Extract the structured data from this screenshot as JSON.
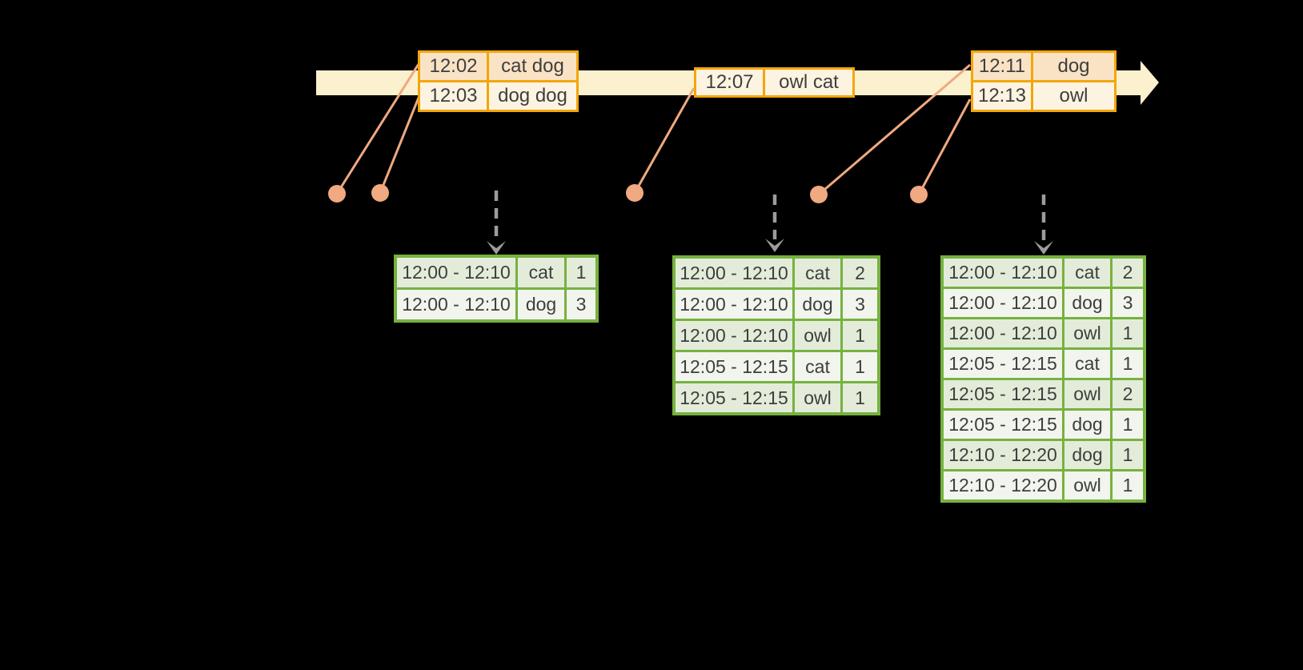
{
  "colors": {
    "background": "#000000",
    "timeline-band": "#FBF1CE",
    "event-border": "#F2A60A",
    "event-row-dark": "#FAE3C5",
    "event-row-light": "#FDF3E1",
    "event-dot": "#F0A980",
    "result-border": "#77B140",
    "result-row-dark": "#E3ECD9",
    "result-row-light": "#F1F5ED",
    "trigger-arrow": "#9C9C9C",
    "text": "#3E3E3E"
  },
  "event_tables": [
    {
      "name": "event-table-1",
      "rows": [
        {
          "time": "12:02",
          "words": "cat dog"
        },
        {
          "time": "12:03",
          "words": "dog dog"
        }
      ]
    },
    {
      "name": "event-table-2",
      "rows": [
        {
          "time": "12:07",
          "words": "owl cat"
        }
      ]
    },
    {
      "name": "event-table-3",
      "rows": [
        {
          "time": "12:11",
          "words": "dog"
        },
        {
          "time": "12:13",
          "words": "owl"
        }
      ]
    }
  ],
  "result_tables": [
    {
      "name": "result-table-1",
      "rows": [
        {
          "window": "12:00 - 12:10",
          "word": "cat",
          "count": "1"
        },
        {
          "window": "12:00 - 12:10",
          "word": "dog",
          "count": "3"
        }
      ]
    },
    {
      "name": "result-table-2",
      "rows": [
        {
          "window": "12:00 - 12:10",
          "word": "cat",
          "count": "2"
        },
        {
          "window": "12:00 - 12:10",
          "word": "dog",
          "count": "3"
        },
        {
          "window": "12:00 - 12:10",
          "word": "owl",
          "count": "1"
        },
        {
          "window": "12:05 - 12:15",
          "word": "cat",
          "count": "1"
        },
        {
          "window": "12:05 - 12:15",
          "word": "owl",
          "count": "1"
        }
      ]
    },
    {
      "name": "result-table-3",
      "rows": [
        {
          "window": "12:00 - 12:10",
          "word": "cat",
          "count": "2"
        },
        {
          "window": "12:00 - 12:10",
          "word": "dog",
          "count": "3"
        },
        {
          "window": "12:00 - 12:10",
          "word": "owl",
          "count": "1"
        },
        {
          "window": "12:05 - 12:15",
          "word": "cat",
          "count": "1"
        },
        {
          "window": "12:05 - 12:15",
          "word": "owl",
          "count": "2"
        },
        {
          "window": "12:05 - 12:15",
          "word": "dog",
          "count": "1"
        },
        {
          "window": "12:10 - 12:20",
          "word": "dog",
          "count": "1"
        },
        {
          "window": "12:10 - 12:20",
          "word": "owl",
          "count": "1"
        }
      ]
    }
  ]
}
